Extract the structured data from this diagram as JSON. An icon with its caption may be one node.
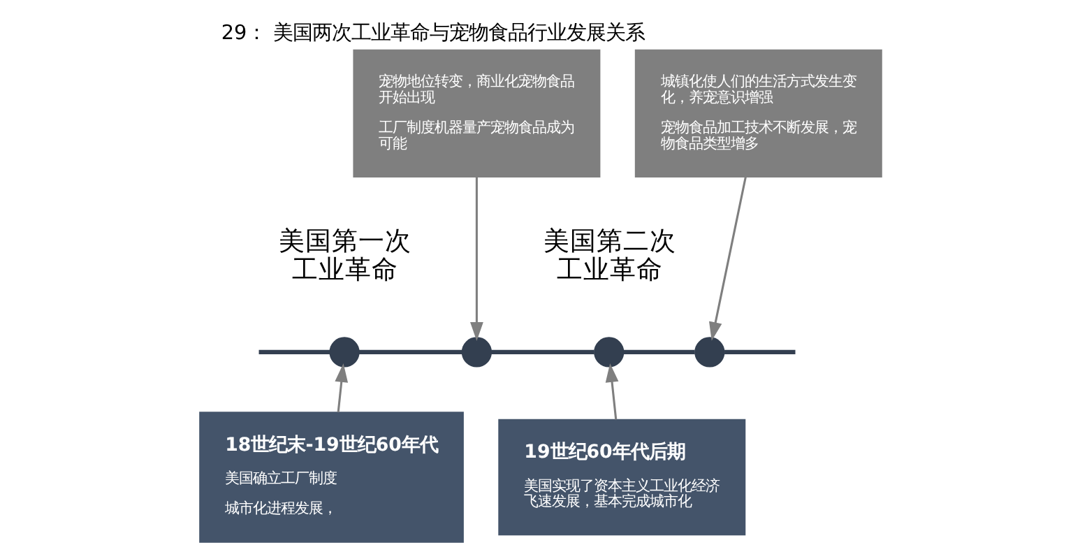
{
  "diagram": {
    "title": "29： 美国两次工业革命与宠物食品行业发展关系",
    "nodes": [
      {
        "text": [],
        "shape": "circle",
        "beside": [
          "美国第一次工业革命"
        ]
      },
      {
        "text": [],
        "shape": "circle"
      },
      {
        "text": [],
        "shape": "circle",
        "beside": [
          "美国第二次工业革命"
        ]
      },
      {
        "text": [],
        "shape": "circle"
      },
      {
        "text": [
          "宠物地位转变，商业化宠物食品开始出现",
          "工厂制度机器量产宠物食品成为可能"
        ]
      },
      {
        "text": [
          "城镇化使人们的生活方式发生变化，养宠意识增强",
          "宠物食品加工技术不断发展，宠物食品类型增多"
        ]
      },
      {
        "text": [
          "18世纪末-19世纪60年代",
          "美国确立工厂制度",
          "城市化进程发展，"
        ]
      },
      {
        "text": [
          "19世纪60年代后期",
          "美国实现了资本主义工业化经济飞速发展，基本完成城市化"
        ]
      }
    ],
    "edges": [
      {
        "from": null,
        "to": 0,
        "arrow": "none"
      },
      {
        "from": 0,
        "to": 1,
        "arrow": "none"
      },
      {
        "from": 1,
        "to": 2,
        "arrow": "none"
      },
      {
        "from": 2,
        "to": 3,
        "arrow": "none"
      },
      {
        "from": 3,
        "to": null,
        "arrow": "none"
      },
      {
        "from": 4,
        "to": 1,
        "arrow": "to"
      },
      {
        "from": 5,
        "to": 3,
        "arrow": "to"
      },
      {
        "from": 6,
        "to": 0,
        "arrow": "to"
      },
      {
        "from": 7,
        "to": 2,
        "arrow": "to"
      }
    ]
  }
}
